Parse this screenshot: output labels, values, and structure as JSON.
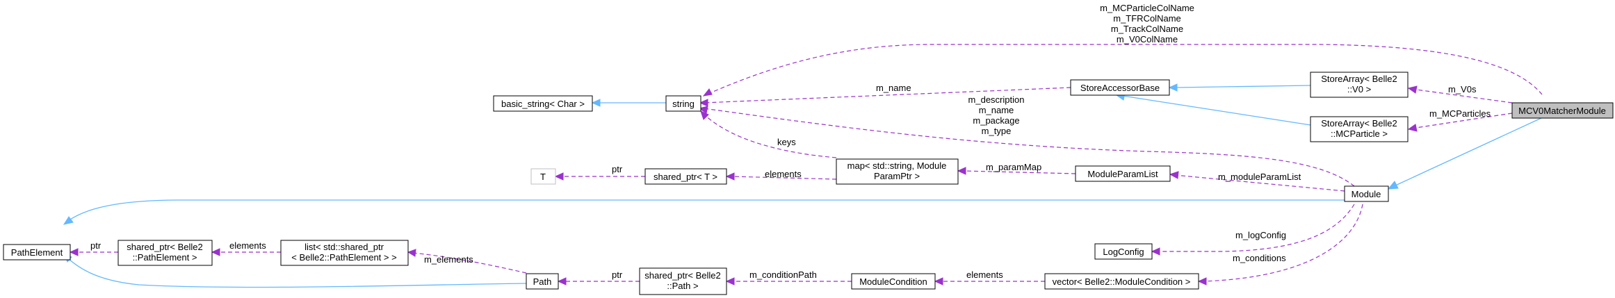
{
  "nodes": {
    "mcv0matcher": {
      "lines": [
        "MCV0MatcherModule"
      ]
    },
    "storearray_v0": {
      "lines": [
        "StoreArray< Belle2",
        "::V0 >"
      ]
    },
    "storearray_mcp": {
      "lines": [
        "StoreArray< Belle2",
        "::MCParticle >"
      ]
    },
    "storeaccessorbase": {
      "lines": [
        "StoreAccessorBase"
      ]
    },
    "string": {
      "lines": [
        "string"
      ]
    },
    "basic_string": {
      "lines": [
        "basic_string< Char >"
      ]
    },
    "module": {
      "lines": [
        "Module"
      ]
    },
    "map": {
      "lines": [
        "map< std::string, Module",
        "ParamPtr >"
      ]
    },
    "moduleparamlist": {
      "lines": [
        "ModuleParamList"
      ]
    },
    "shared_ptr_t": {
      "lines": [
        "shared_ptr< T >"
      ]
    },
    "t": {
      "lines": [
        "T"
      ]
    },
    "logconfig": {
      "lines": [
        "LogConfig"
      ]
    },
    "vector_modcond": {
      "lines": [
        "vector< Belle2::ModuleCondition >"
      ]
    },
    "modulecondition": {
      "lines": [
        "ModuleCondition"
      ]
    },
    "shared_ptr_path": {
      "lines": [
        "shared_ptr< Belle2",
        "::Path >"
      ]
    },
    "path": {
      "lines": [
        "Path"
      ]
    },
    "list_pe": {
      "lines": [
        "list< std::shared_ptr",
        "< Belle2::PathElement > >"
      ]
    },
    "shared_ptr_pe": {
      "lines": [
        "shared_ptr< Belle2",
        "::PathElement >"
      ]
    },
    "pathelement": {
      "lines": [
        "PathElement"
      ]
    }
  },
  "edge_labels": {
    "colnames": [
      "m_MCParticleColName",
      "m_TFRColName",
      "m_TrackColName",
      "m_V0ColName"
    ],
    "m_v0s": [
      "m_V0s"
    ],
    "m_mcparticles": [
      "m_MCParticles"
    ],
    "m_name": [
      "m_name"
    ],
    "module_strings": [
      "m_description",
      "m_name",
      "m_package",
      "m_type"
    ],
    "keys": [
      "keys"
    ],
    "ptr_t": [
      "ptr"
    ],
    "elements_map": [
      "elements"
    ],
    "m_parammap": [
      "m_paramMap"
    ],
    "m_moduleparamlist": [
      "m_moduleParamList"
    ],
    "m_logconfig": [
      "m_logConfig"
    ],
    "m_conditions": [
      "m_conditions"
    ],
    "elements_cond": [
      "elements"
    ],
    "m_conditionpath": [
      "m_conditionPath"
    ],
    "ptr_path": [
      "ptr"
    ],
    "m_elements": [
      "m_elements"
    ],
    "elements_pe": [
      "elements"
    ],
    "ptr_pe": [
      "ptr"
    ]
  },
  "colors": {
    "usage_edge": "#9a32cd",
    "inheritance_edge": "#63b8ff",
    "focus_node_fill": "#bfbfbf",
    "ghost_node_border": "#bfbfbf"
  }
}
